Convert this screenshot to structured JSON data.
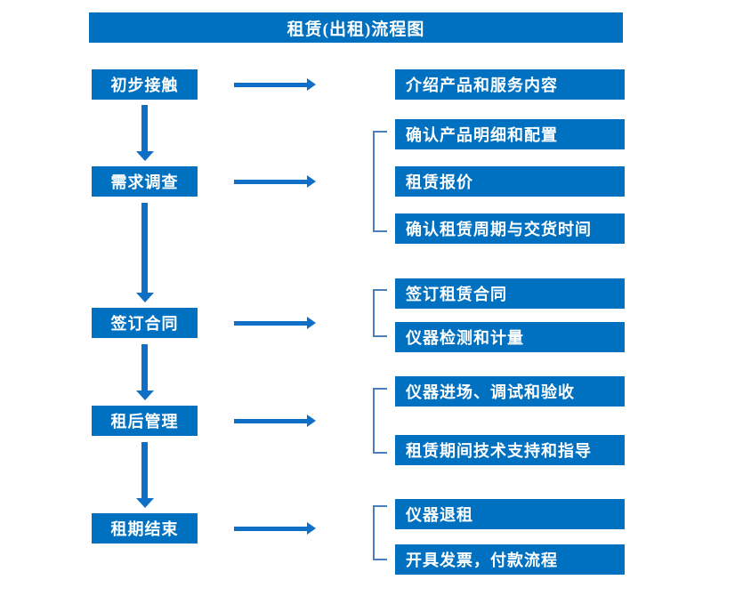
{
  "diagram": {
    "title": "租赁(出租)流程图",
    "colors": {
      "box_fill": "#0070C0",
      "box_text": "#FFFFFF",
      "arrow": "#0F6FC6",
      "bracket": "#4A7EBB",
      "background": "#FFFFFF"
    },
    "stages": [
      {
        "label": "初步接触"
      },
      {
        "label": "需求调查"
      },
      {
        "label": "签订合同"
      },
      {
        "label": "租后管理"
      },
      {
        "label": "租期结束"
      }
    ],
    "details": [
      {
        "label": "介绍产品和服务内容"
      },
      {
        "label": "确认产品明细和配置"
      },
      {
        "label": "租赁报价"
      },
      {
        "label": "确认租赁周期与交货时间"
      },
      {
        "label": "签订租赁合同"
      },
      {
        "label": "仪器检测和计量"
      },
      {
        "label": "仪器进场、调试和验收"
      },
      {
        "label": "租赁期间技术支持和指导"
      },
      {
        "label": "仪器退租"
      },
      {
        "label": "开具发票，付款流程"
      }
    ]
  }
}
